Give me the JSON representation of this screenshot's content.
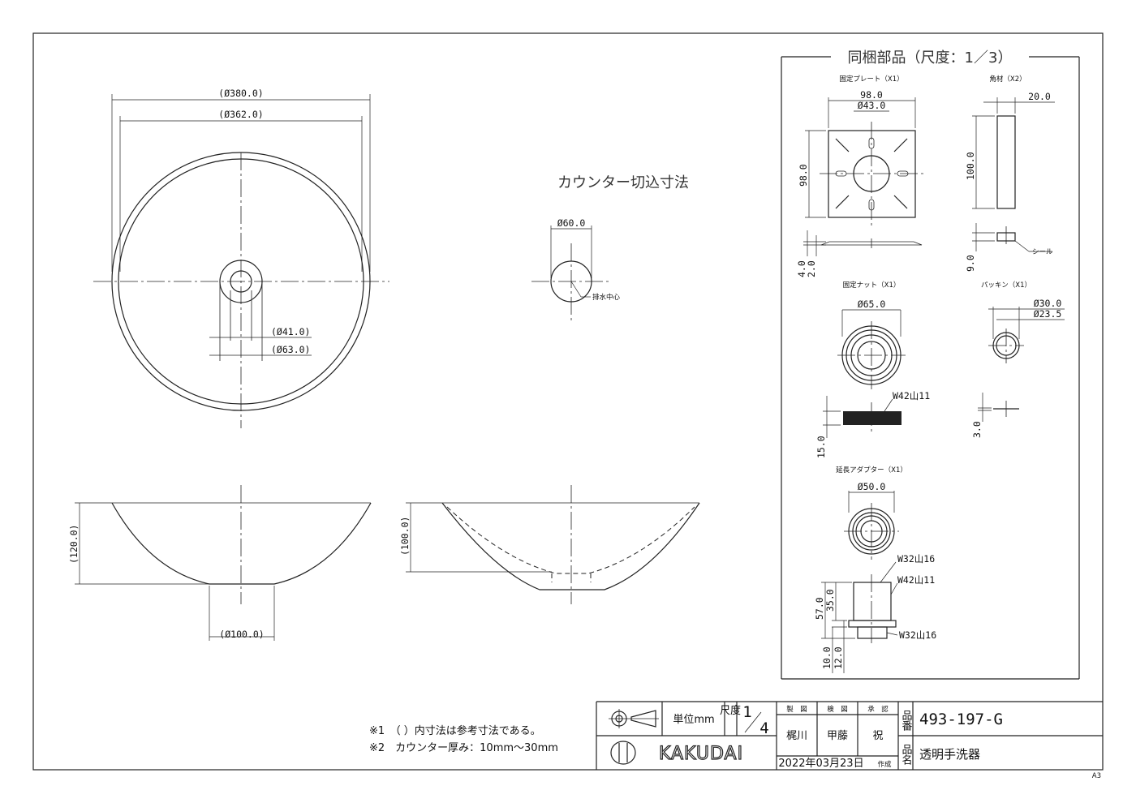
{
  "main_view": {
    "dim_380": "(Ø380.0)",
    "dim_362": "(Ø362.0)",
    "dim_41": "(Ø41.0)",
    "dim_63": "(Ø63.0)"
  },
  "counter_cut": {
    "title": "カウンター切込寸法",
    "dim_60": "Ø60.0",
    "drain_center": "排水中心"
  },
  "side_view": {
    "dim_120": "(120.0)",
    "dim_100": "(Ø100.0)"
  },
  "section_view": {
    "dim_100": "(100.0)"
  },
  "parts": {
    "title": "同梱部品（尺度：1／3）",
    "plate": {
      "label": "固定プレート（X1）",
      "w": "98.0",
      "hole": "Ø43.0",
      "h": "98.0",
      "t1": "4.0",
      "t2": "2.0"
    },
    "bar": {
      "label": "角材（X2）",
      "w": "20.0",
      "h": "100.0",
      "t": "9.0",
      "seal": "シール"
    },
    "nut": {
      "label": "固定ナット（X1）",
      "d": "Ø65.0",
      "thread": "W42山11",
      "h": "15.0"
    },
    "packing": {
      "label": "パッキン（X1）",
      "d1": "Ø30.0",
      "d2": "Ø23.5",
      "t": "3.0"
    },
    "adapter": {
      "label": "延長アダプター（X1）",
      "d": "Ø50.0",
      "th1": "W32山16",
      "th2": "W42山11",
      "th3": "W32山16",
      "h1": "57.0",
      "h2": "35.0",
      "h3": "10.0",
      "h4": "12.0"
    }
  },
  "notes": {
    "n1": "※1　（ ）内寸法は参考寸法である。",
    "n2": "※2　カウンター厚み：10mm～30mm"
  },
  "title_block": {
    "unit": "単位mm",
    "scale_label": "尺度",
    "scale_num": "1",
    "scale_den": "4",
    "made": "製　図",
    "checked": "検　図",
    "approved": "承　認",
    "made_name": "梶川",
    "checked_name": "甲藤",
    "approved_name": "祝",
    "date": "2022年03月23日",
    "created": "作成",
    "part_no_label": "品番",
    "part_no": "493-197-G",
    "part_name_label": "品名",
    "part_name": "透明手洗器",
    "company": "KAKUDAI",
    "sheet": "A3"
  }
}
